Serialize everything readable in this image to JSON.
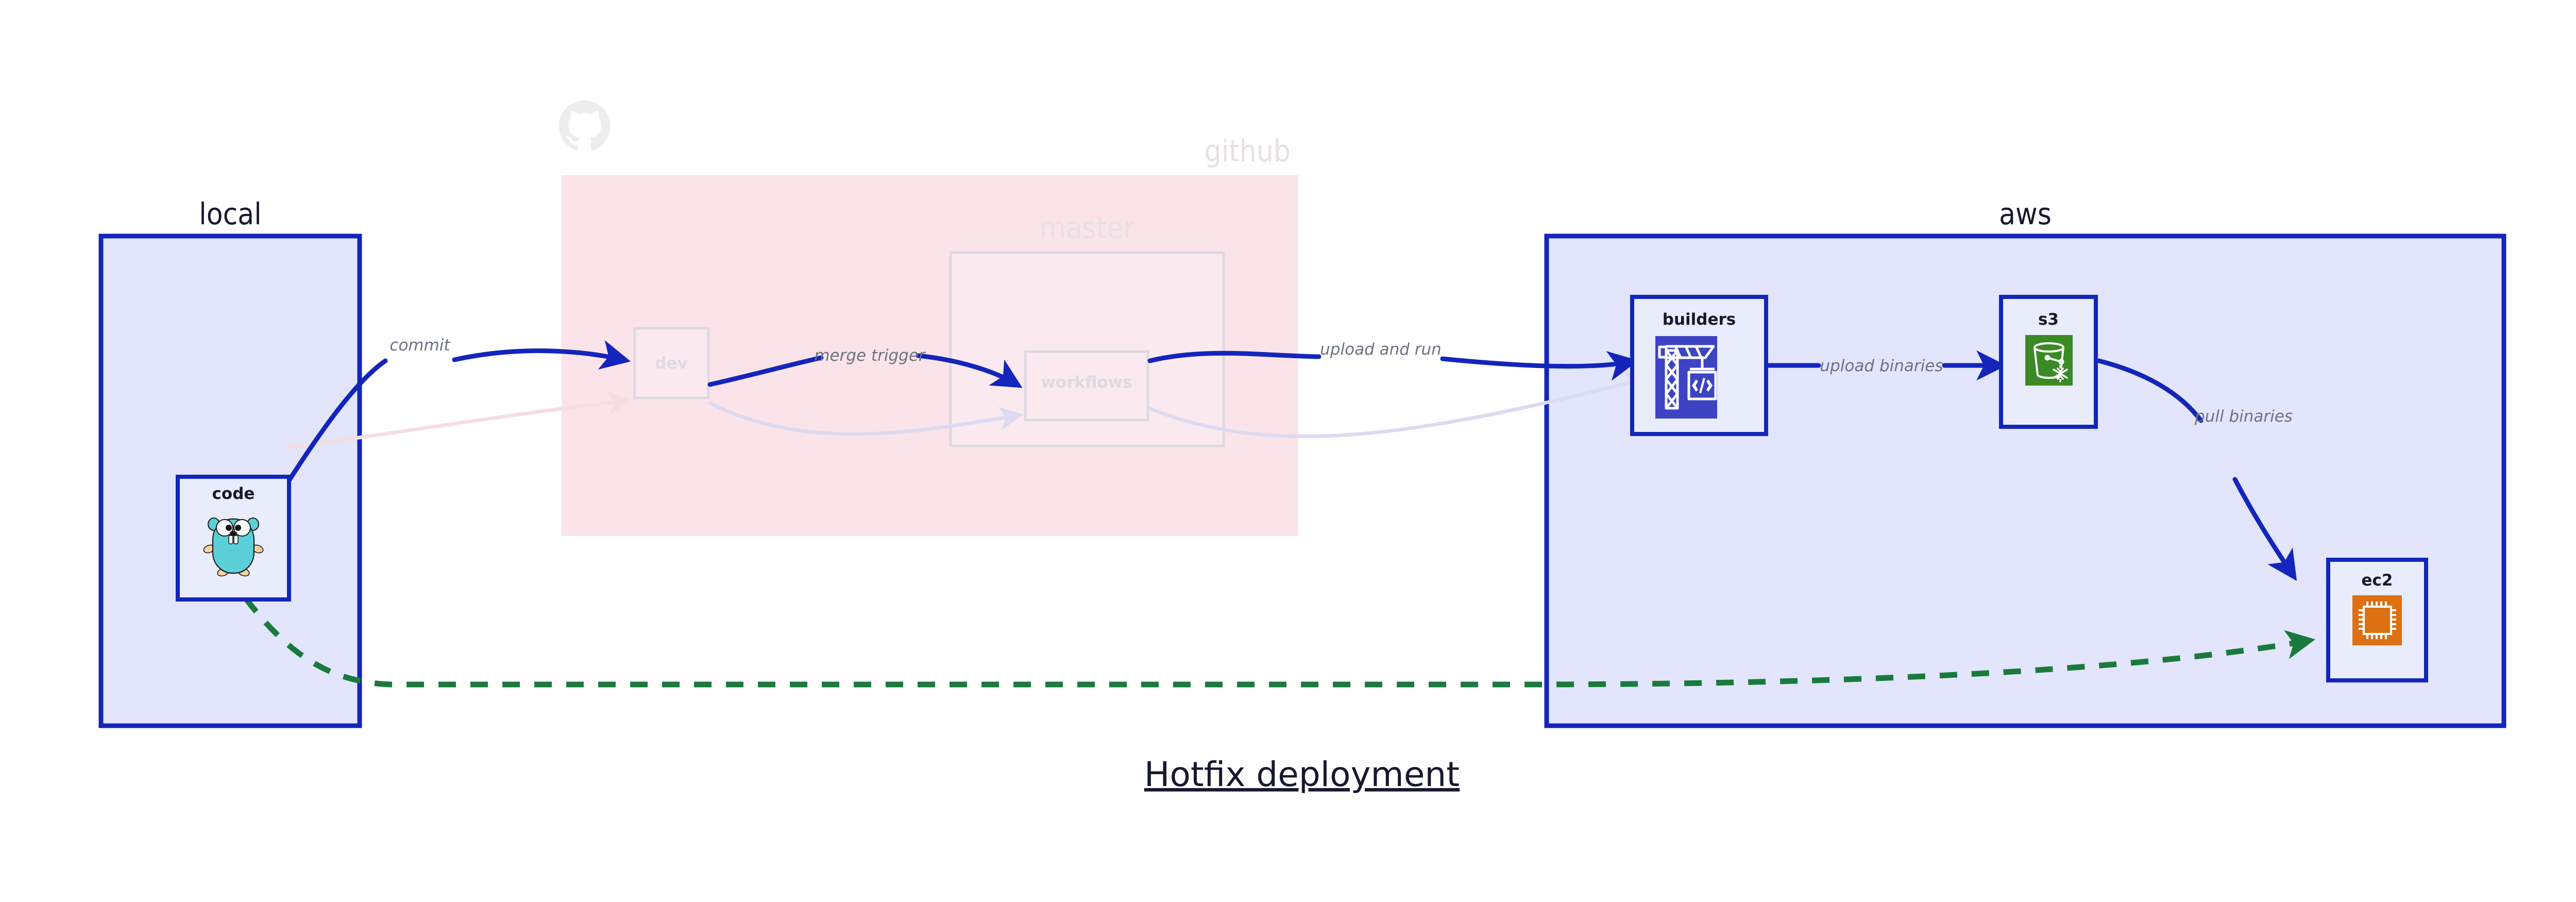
{
  "diagram": {
    "title": "Hotfix deployment",
    "groups": [
      {
        "id": "local",
        "label": "local",
        "dimmed": false
      },
      {
        "id": "github",
        "label": "github",
        "dimmed": true
      },
      {
        "id": "aws",
        "label": "aws",
        "dimmed": false
      }
    ],
    "subgroups": [
      {
        "id": "master",
        "label": "master",
        "parent": "github",
        "dimmed": true
      }
    ],
    "nodes": [
      {
        "id": "code",
        "label": "code",
        "group": "local",
        "icon": "go-gopher-icon",
        "dimmed": false
      },
      {
        "id": "dev",
        "label": "dev",
        "group": "github",
        "icon": null,
        "dimmed": true
      },
      {
        "id": "workflows",
        "label": "workflows",
        "group": "master",
        "icon": null,
        "dimmed": true
      },
      {
        "id": "builders",
        "label": "builders",
        "group": "aws",
        "icon": "aws-codebuild-icon",
        "dimmed": false
      },
      {
        "id": "s3",
        "label": "s3",
        "group": "aws",
        "icon": "aws-s3-glacier-icon",
        "dimmed": false
      },
      {
        "id": "ec2",
        "label": "ec2",
        "group": "aws",
        "icon": "aws-ec2-icon",
        "dimmed": false
      }
    ],
    "edges": [
      {
        "id": "e-commit",
        "from": "code",
        "to": "dev",
        "label": "commit",
        "style": "solid",
        "dimmed": false
      },
      {
        "id": "e-merge",
        "from": "dev",
        "to": "workflows",
        "label": "merge trigger",
        "style": "solid",
        "dimmed": false
      },
      {
        "id": "e-upload-run",
        "from": "workflows",
        "to": "builders",
        "label": "upload and run",
        "style": "solid",
        "dimmed": false
      },
      {
        "id": "e-upload-bin",
        "from": "builders",
        "to": "s3",
        "label": "upload binaries",
        "style": "solid",
        "dimmed": false
      },
      {
        "id": "e-pull-bin",
        "from": "s3",
        "to": "ec2",
        "label": "pull binaries",
        "style": "solid",
        "dimmed": false
      },
      {
        "id": "e-hotfix",
        "from": "code",
        "to": "ec2",
        "label": "",
        "style": "dashed",
        "dimmed": false
      },
      {
        "id": "e-ghost-1",
        "from": "code",
        "to": "dev",
        "label": "",
        "style": "ghost-pink",
        "dimmed": true
      },
      {
        "id": "e-ghost-2",
        "from": "dev",
        "to": "workflows",
        "label": "",
        "style": "ghost-lavender",
        "dimmed": true
      },
      {
        "id": "e-ghost-3",
        "from": "workflows",
        "to": "builders",
        "label": "",
        "style": "ghost-lavender",
        "dimmed": true
      }
    ],
    "icons": {
      "github_logo": "github-octocat-icon"
    },
    "colors": {
      "group_blue_fill": "#e2e5fb",
      "group_blue_stroke": "#1325bb",
      "group_pink_fill": "#fbe4e9",
      "node_fill": "#e9edfb",
      "edge_solid": "#1325bb",
      "edge_dashed": "#1a7a3d",
      "edge_label_text": "#6b7280",
      "faded_text": "#ded9e2",
      "codebuild_blue": "#3c44c4",
      "s3_green": "#3a8a25",
      "ec2_orange": "#dd7013",
      "gopher_cyan": "#5cd0d8",
      "title_text": "#16192e"
    }
  }
}
